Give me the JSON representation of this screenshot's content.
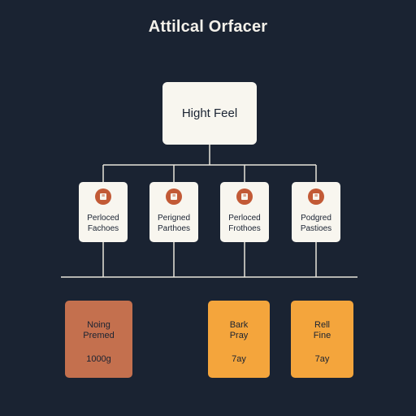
{
  "title": "Attilcal Orfacer",
  "root": {
    "label": "Hight Feel"
  },
  "cards": [
    {
      "line1": "Perloced",
      "line2": "Fachoes",
      "icon": "document-icon"
    },
    {
      "line1": "Perigned",
      "line2": "Parthoes",
      "icon": "document-icon"
    },
    {
      "line1": "Perloced",
      "line2": "Frothoes",
      "icon": "document-icon"
    },
    {
      "line1": "Podgred",
      "line2": "Pastioes",
      "icon": "document-icon"
    }
  ],
  "bottom_boxes": [
    {
      "line1": "Noing",
      "line2": "Premed",
      "line3": "1000g",
      "color": "#c4704e"
    },
    {
      "line1": "Bark",
      "line2": "Pray",
      "line3": "7ay",
      "color": "#f4a53c"
    },
    {
      "line1": "Rell",
      "line2": "Fine",
      "line3": "7ay",
      "color": "#f4a53c"
    }
  ],
  "colors": {
    "background": "#1a2332",
    "node": "#f8f6ef",
    "accent": "#c25a36",
    "line": "#e8e4da"
  }
}
